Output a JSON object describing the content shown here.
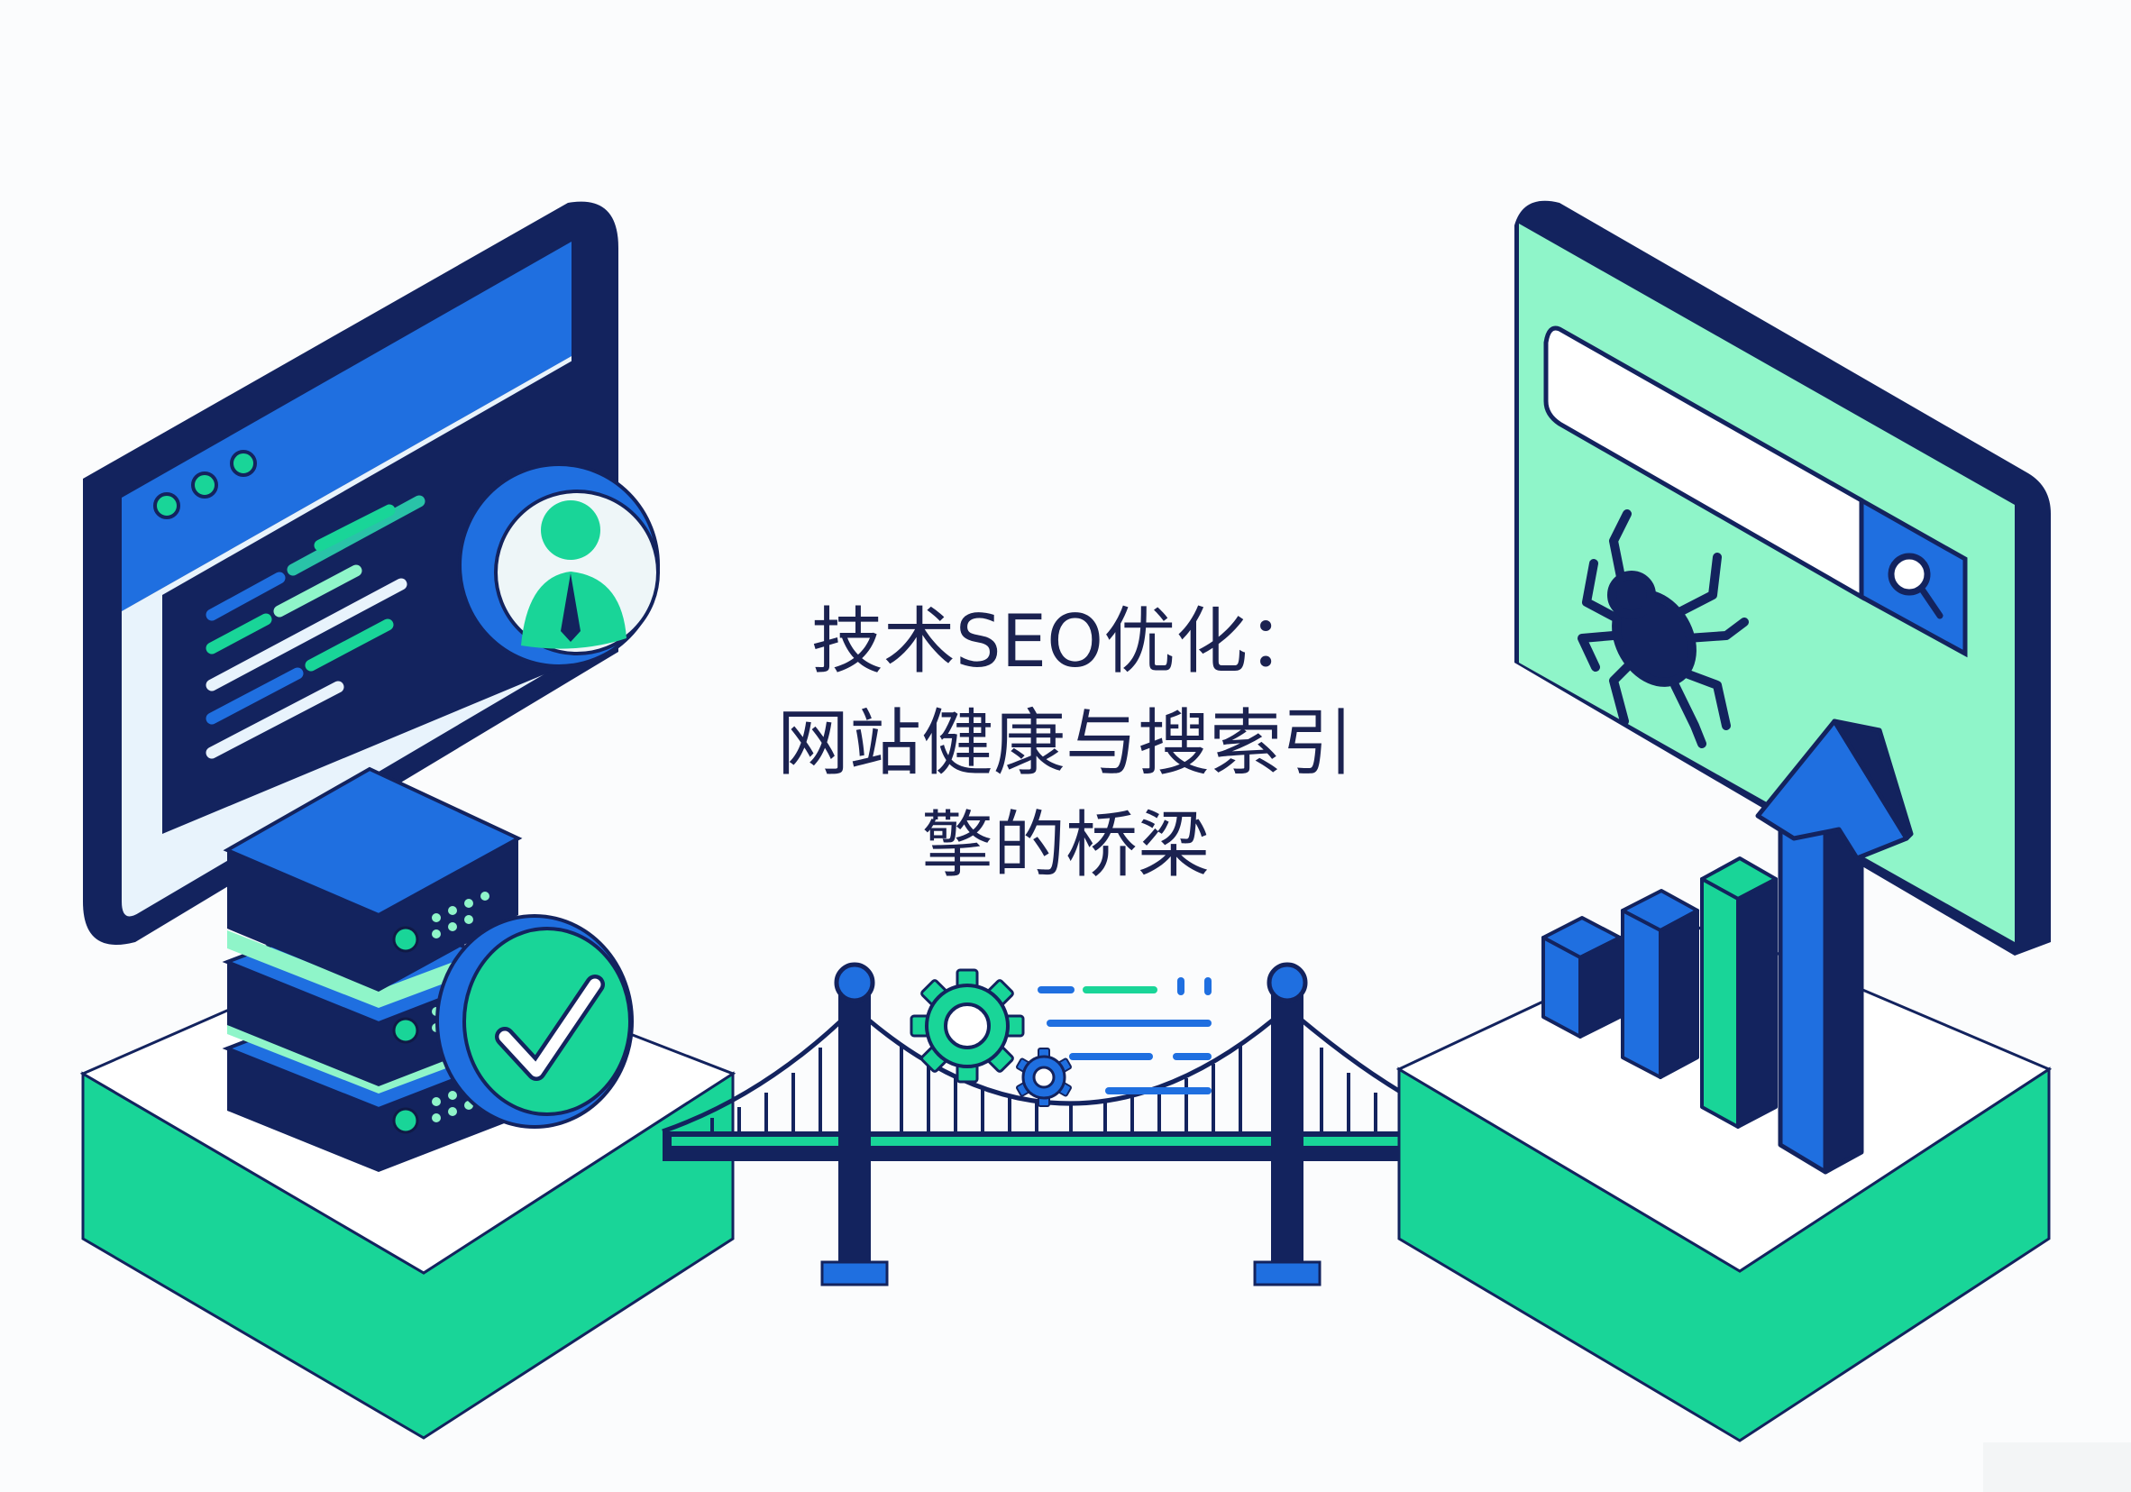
{
  "headline": {
    "lines": [
      "技术SEO优化：",
      "网站健康与搜索引",
      "擎的桥梁"
    ]
  },
  "colors": {
    "navy": "#13235e",
    "blue": "#1f6fe0",
    "green": "#19d598",
    "mint": "#8ff5c9",
    "white": "#ffffff",
    "background": "#fbfcfd"
  },
  "icons": [
    "browser-window-icon",
    "code-lines-icon",
    "user-avatar-icon",
    "server-stack-icon",
    "checkmark-icon",
    "bridge-icon",
    "gear-icon",
    "search-bar-icon",
    "magnifier-icon",
    "spider-bug-icon",
    "bar-chart-icon",
    "up-arrow-icon"
  ]
}
